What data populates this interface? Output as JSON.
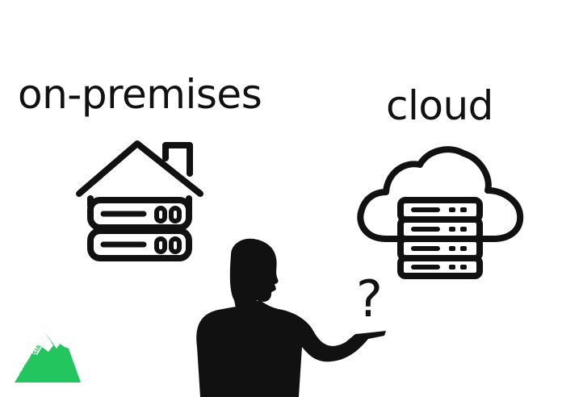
{
  "labels": {
    "on_premises": "on-premises",
    "cloud": "cloud",
    "question": "?"
  },
  "logo": {
    "text": "ILMUNESIA",
    "color": "#22c55e"
  },
  "colors": {
    "ink": "#111111",
    "background": "#ffffff"
  },
  "icons": [
    "house-server-icon",
    "cloud-server-icon",
    "question-mark-icon",
    "person-silhouette-icon",
    "mountain-logo-icon"
  ]
}
